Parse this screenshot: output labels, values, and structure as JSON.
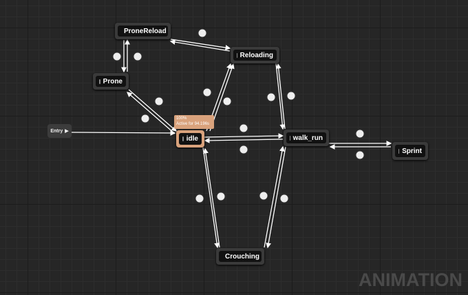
{
  "entry": {
    "label": "Entry"
  },
  "states": {
    "prone_reload": "ProneReload",
    "reloading": "Reloading",
    "prone": "Prone",
    "idle": "idle",
    "walk_run": "walk_run",
    "sprint": "Sprint",
    "crouching": "Crouching"
  },
  "active_state": {
    "weight": "100%",
    "status": "Active for 94.196s"
  },
  "watermark": "ANIMATION",
  "colors": {
    "active": "#d9a27c",
    "background": "#262626",
    "wire": "#ffffff"
  }
}
